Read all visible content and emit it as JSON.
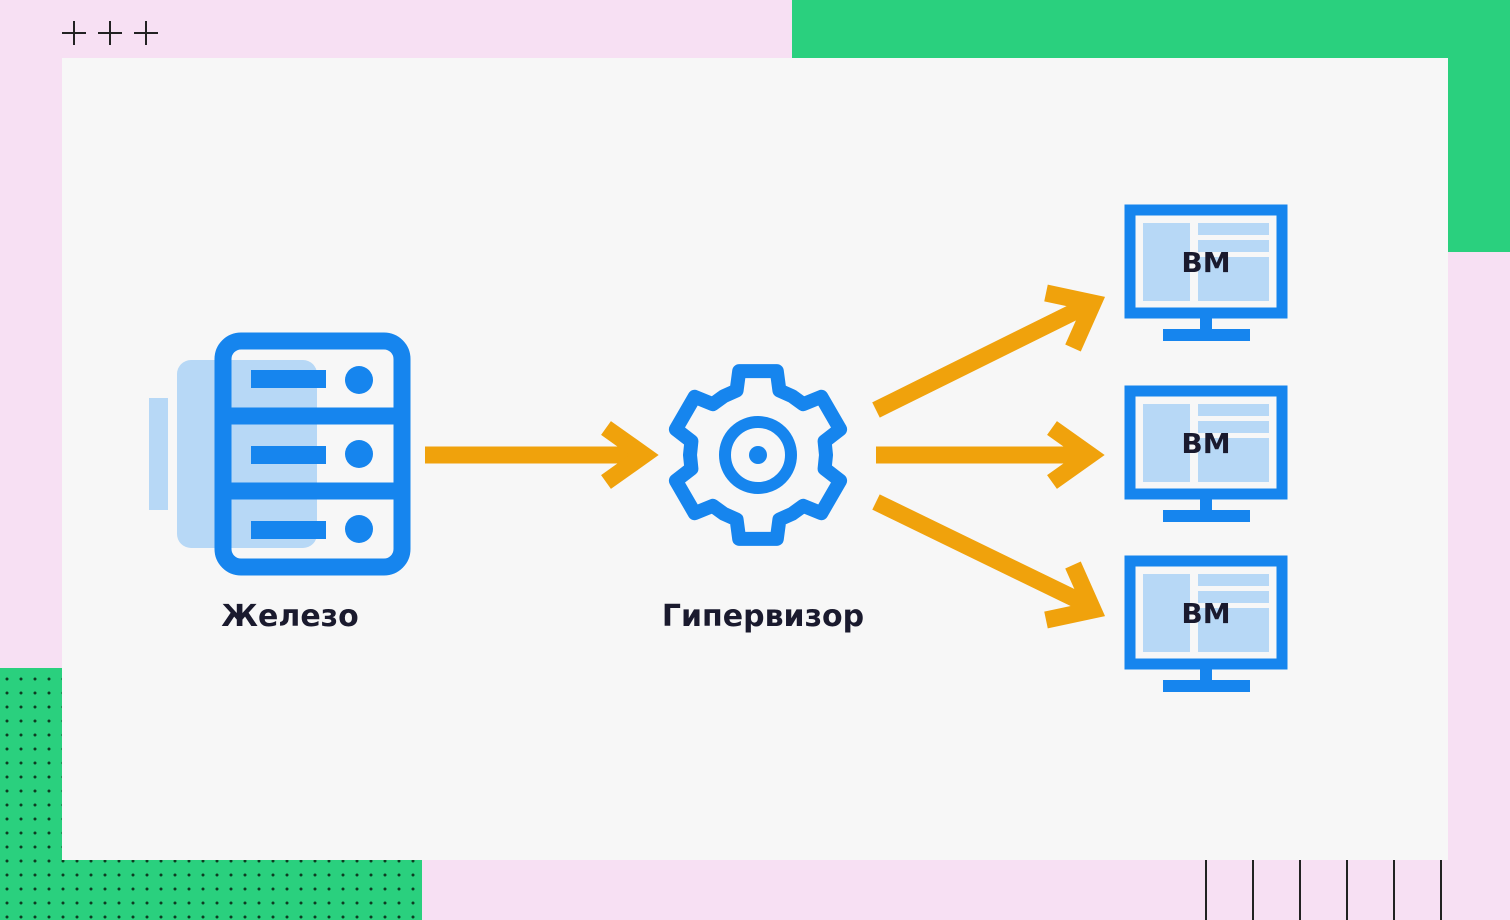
{
  "diagram": {
    "hardware_label": "Железо",
    "hypervisor_label": "Гипервизор",
    "vms": [
      {
        "label": "ВМ"
      },
      {
        "label": "ВМ"
      },
      {
        "label": "ВМ"
      }
    ]
  },
  "colors": {
    "background": "#f7e0f3",
    "accent_green": "#2ad07e",
    "card": "#f7f7f7",
    "icon_blue": "#1685ee",
    "icon_light_blue": "#b7d8f6",
    "arrow_orange": "#f0a20c"
  }
}
